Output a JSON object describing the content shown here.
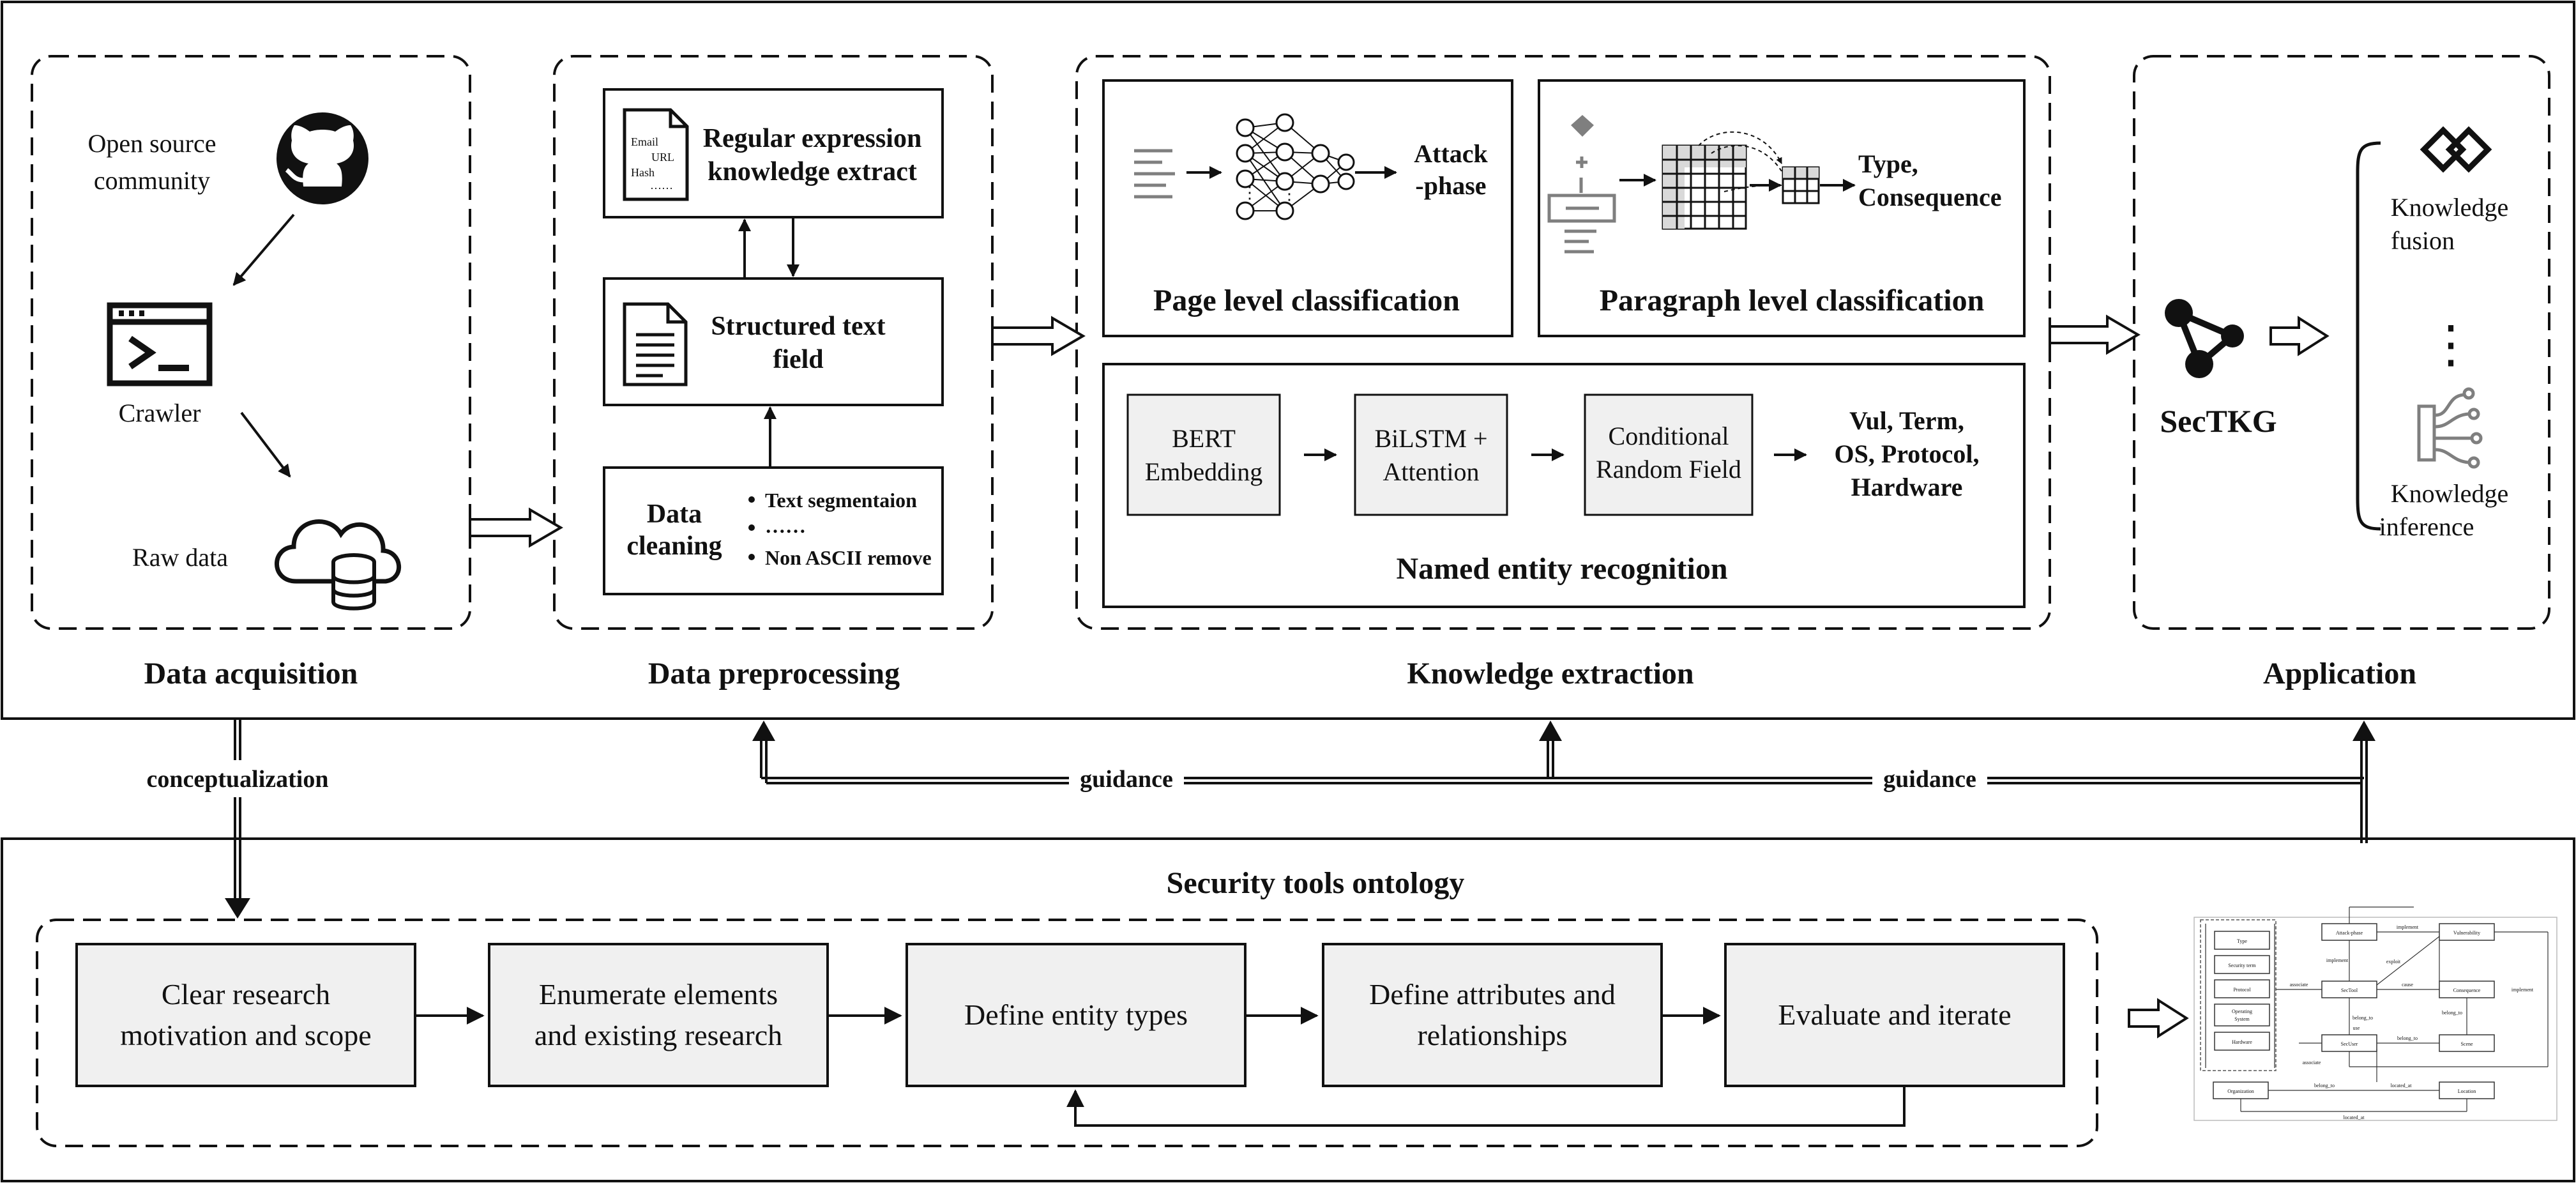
{
  "acquisition": {
    "open_source_line1": "Open source",
    "open_source_line2": "community",
    "crawler": "Crawler",
    "raw_data": "Raw data",
    "title": "Data acquisition"
  },
  "preprocessing": {
    "regex_line1": "Regular expression",
    "regex_line2": "knowledge extract",
    "doc_email": "Email",
    "doc_url": "URL",
    "doc_hash": "Hash",
    "doc_dots": "……",
    "structured_line1": "Structured text",
    "structured_line2": "field",
    "cleaning_line1": "Data",
    "cleaning_line2": "cleaning",
    "bullet1": "Text segmentaion",
    "bullet2": "……",
    "bullet3": "Non ASCII remove",
    "title": "Data preprocessing"
  },
  "extraction": {
    "attack_line1": "Attack",
    "attack_line2": "-phase",
    "page_level": "Page level classification",
    "type_line1": "Type,",
    "type_line2": "Consequence",
    "paragraph_level": "Paragraph level classification",
    "bert_line1": "BERT",
    "bert_line2": "Embedding",
    "bilstm_line1": "BiLSTM +",
    "bilstm_line2": "Attention",
    "crf_line1": "Conditional",
    "crf_line2": "Random Field",
    "ner_out_line1": "Vul, Term,",
    "ner_out_line2": "OS, Protocol,",
    "ner_out_line3": "Hardware",
    "ner": "Named entity recognition",
    "title": "Knowledge extraction"
  },
  "application": {
    "sectkg": "SecTKG",
    "fusion_line1": "Knowledge",
    "fusion_line2": "fusion",
    "ellipsis": "⋮",
    "inference_line1": "Knowledge",
    "inference_line2": "inference",
    "title": "Application"
  },
  "links": {
    "conceptualization": "conceptualization",
    "guidance_left": "guidance",
    "guidance_right": "guidance"
  },
  "ontology": {
    "title": "Security tools ontology",
    "step1_line1": "Clear research",
    "step1_line2": "motivation and scope",
    "step2_line1": "Enumerate elements",
    "step2_line2": "and existing research",
    "step3": "Define entity types",
    "step4_line1": "Define attributes and",
    "step4_line2": "relationships",
    "step5": "Evaluate and iterate"
  },
  "mini_graph": {
    "nodes": {
      "type": "Type",
      "security_term": "Security term",
      "protocol": "Protocol",
      "os_line1": "Operating",
      "os_line2": "System",
      "hardware": "Hardware",
      "attack_phase": "Attack-phase",
      "vulnerability": "Vulnerability",
      "sectool": "SecTool",
      "consequence": "Consequence",
      "secuser": "SecUser",
      "scene": "Scene",
      "organization": "Organization",
      "location": "Location"
    },
    "edges": {
      "implement1": "implement",
      "implement2": "implement",
      "implement3": "implement",
      "exploit": "exploit",
      "cause": "cause",
      "associate1": "associate",
      "associate2": "associate",
      "belong_to1": "belong_to",
      "belong_to2": "belong_to",
      "belong_to3": "belong_to",
      "belong_to4": "belong_to",
      "use": "use",
      "located_at1": "located_at",
      "located_at2": "located_at"
    }
  },
  "colors": {
    "box_fill": "#f0f0f0",
    "stroke": "#111111",
    "grid_fill": "#d9d9d9",
    "icon_grey": "#7f7f7f"
  }
}
